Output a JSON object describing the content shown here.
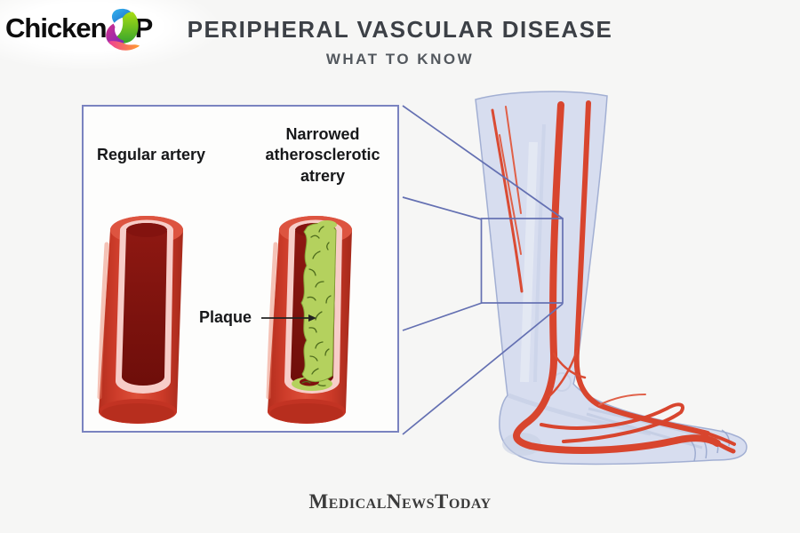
{
  "page": {
    "background_color": "#f6f6f5"
  },
  "logo": {
    "prefix": "Chicken",
    "suffix": "P"
  },
  "icons": {
    "logo": "bird-swirl-icon"
  },
  "header": {
    "title": "PERIPHERAL VASCULAR DISEASE",
    "subtitle": "WHAT TO KNOW"
  },
  "inset": {
    "labels": {
      "regular": "Regular artery",
      "narrowed": "Narrowed atherosclerotic atrery",
      "plaque": "Plaque"
    }
  },
  "colors": {
    "callout_blue": "#6470b2",
    "artery_red": "#d8452e",
    "artery_lumen_dark": "#7f120e",
    "artery_rim_pink": "#f7cdc8",
    "plaque_green": "#b4d15e",
    "leg_fill": "#d6dcef",
    "title_text": "#3c4046"
  },
  "footer": {
    "brand": "MedicalNewsToday"
  }
}
